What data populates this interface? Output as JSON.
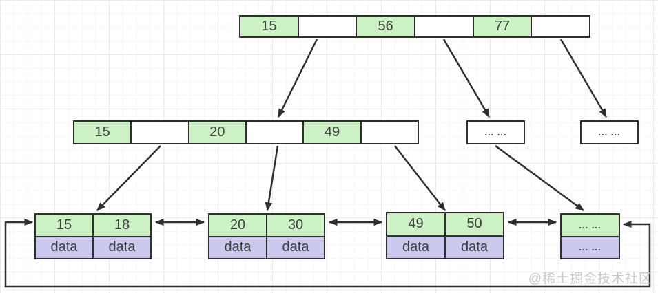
{
  "watermark": "@稀土掘金技术社区",
  "colors": {
    "green": "#ccf1c5",
    "purple": "#c9c9ee",
    "line": "#2f2f2f",
    "cell-text": "#3e3e3e",
    "watermark-text": "#c6c6c6",
    "grid-minor": "#f4f4f4",
    "grid-major": "#e9e9e9",
    "node-bg": "#ffffff"
  },
  "tree": {
    "root": {
      "cells": [
        "15",
        "",
        "56",
        "",
        "77",
        ""
      ]
    },
    "internal": {
      "cells": [
        "15",
        "",
        "20",
        "",
        "49",
        ""
      ]
    },
    "internal_more": [
      "... ...",
      "... ..."
    ],
    "leaves": [
      {
        "keys": [
          "15",
          "18"
        ],
        "data": [
          "data",
          "data"
        ]
      },
      {
        "keys": [
          "20",
          "30"
        ],
        "data": [
          "data",
          "data"
        ]
      },
      {
        "keys": [
          "49",
          "50"
        ],
        "data": [
          "data",
          "data"
        ]
      },
      {
        "keys": [
          "... ..."
        ],
        "data": [
          "... ..."
        ]
      }
    ]
  }
}
